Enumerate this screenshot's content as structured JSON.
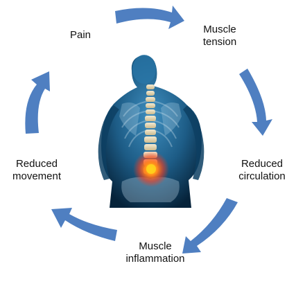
{
  "cycle": {
    "steps": [
      {
        "id": "pain",
        "lines": [
          "Pain"
        ]
      },
      {
        "id": "muscle-tension",
        "lines": [
          "Muscle",
          "tension"
        ]
      },
      {
        "id": "reduced-circulation",
        "lines": [
          "Reduced",
          "circulation"
        ]
      },
      {
        "id": "muscle-inflammation",
        "lines": [
          "Muscle",
          "inflammation"
        ]
      },
      {
        "id": "reduced-movement",
        "lines": [
          "Reduced",
          "movement"
        ]
      }
    ]
  },
  "colors": {
    "arrow": "#4f7fc1",
    "body": "#1d5c86",
    "body_dark": "#06233a",
    "spine": "#e9dfc4",
    "pain_glow": "#ff4a1a",
    "pain_core": "#ffd21a"
  },
  "image": {
    "subject": "back-view-of-human-torso-with-highlighted-lower-back-pain"
  }
}
